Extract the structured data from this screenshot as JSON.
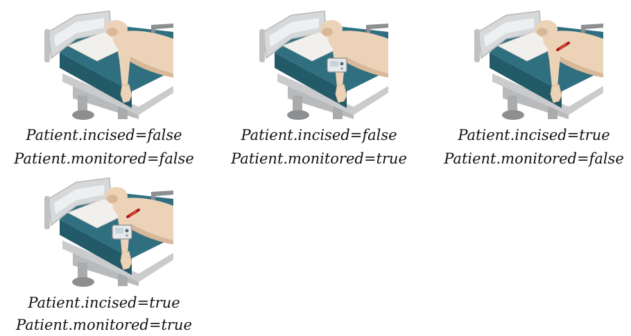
{
  "panels": [
    {
      "incised": false,
      "monitored": false,
      "caption_line1": "Patient.incised=false",
      "caption_line2": "Patient.monitored=false"
    },
    {
      "incised": false,
      "monitored": true,
      "caption_line1": "Patient.incised=false",
      "caption_line2": "Patient.monitored=true"
    },
    {
      "incised": true,
      "monitored": false,
      "caption_line1": "Patient.incised=true",
      "caption_line2": "Patient.monitored=false"
    },
    {
      "incised": true,
      "monitored": true,
      "caption_line1": "Patient.incised=true",
      "caption_line2": "Patient.monitored=true"
    }
  ],
  "colors": {
    "mattress": "#2f6f80",
    "mattress_side": "#235a68",
    "skin": "#ecd3b8",
    "skin_shadow": "#d8b898",
    "frame": "#c9cbcc",
    "pillow": "#f2f0ec",
    "incision": "#b01818",
    "monitor": "#e6e8ea"
  }
}
